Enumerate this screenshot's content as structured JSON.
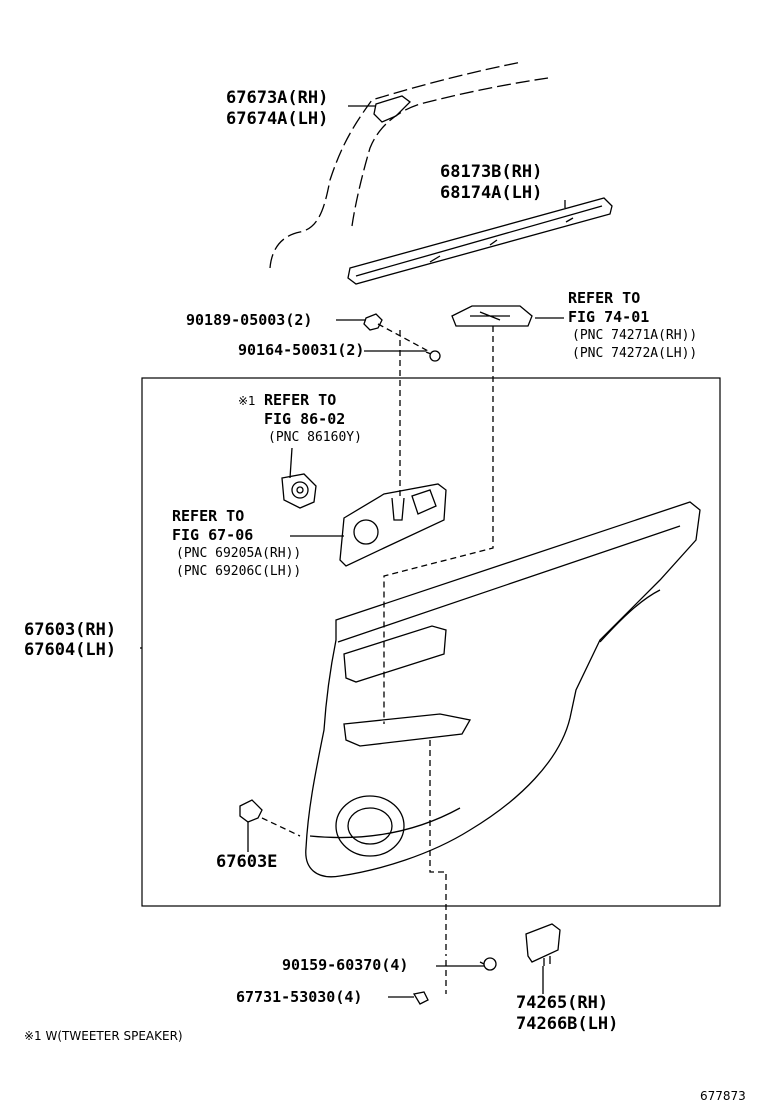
{
  "labels": {
    "p67673a": "67673A(RH)",
    "p67674a": "67674A(LH)",
    "p68173b": "68173B(RH)",
    "p68174a": "68174A(LH)",
    "p90189": "90189-05003(2)",
    "p90164": "90164-50031(2)",
    "refer_74": {
      "l1": "REFER TO",
      "l2": "FIG 74-01",
      "l3": "(PNC 74271A(RH))",
      "l4": "(PNC 74272A(LH))"
    },
    "refer_86": {
      "mark": "※1",
      "l1": "REFER TO",
      "l2": "FIG 86-02",
      "l3": "(PNC 86160Y)"
    },
    "refer_67": {
      "l1": "REFER TO",
      "l2": "FIG 67-06",
      "l3": "(PNC 69205A(RH))",
      "l4": "(PNC 69206C(LH))"
    },
    "p67603": "67603(RH)",
    "p67604": "67604(LH)",
    "p67603e": "67603E",
    "p90159": "90159-60370(4)",
    "p67731": "67731-53030(4)",
    "p74265": "74265(RH)",
    "p74266b": "74266B(LH)"
  },
  "footnote": "※1 W(TWEETER SPEAKER)",
  "figure_id": "677873"
}
